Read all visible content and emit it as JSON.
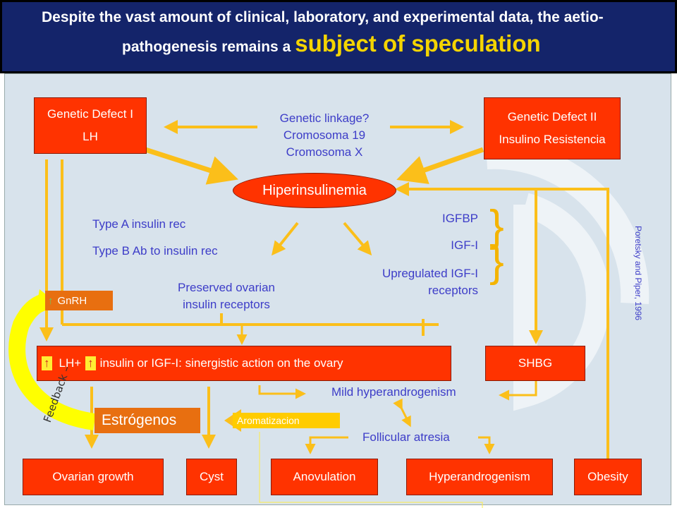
{
  "title": {
    "line1": "Despite the vast amount of clinical, laboratory, and experimental data, the aetio-",
    "line2": "pathogenesis remains a",
    "highlight": "subject of speculation"
  },
  "colors": {
    "header_bg": "#14246a",
    "highlight": "#f4d400",
    "box_red": "#ff3300",
    "text_blue": "#3d3dc8",
    "arrow_yellow": "#fbbf1a",
    "label_orange": "#e86f10",
    "feedback_yellow": "#ffff00",
    "canvas_bg": "#d8e3ec"
  },
  "diagram": {
    "genetic_defect_1": {
      "line1": "Genetic Defect I",
      "line2": "LH"
    },
    "genetic_defect_2": {
      "line1": "Genetic Defect II",
      "line2": "Insulino Resistencia"
    },
    "genetic_linkage": {
      "line1": "Genetic linkage?",
      "line2": "Cromosoma 19",
      "line3": "Cromosoma X"
    },
    "hiperinsulinemia": "Hiperinsulinemia",
    "insulin_rec": {
      "type_a": "Type A  insulin rec",
      "type_b": "Type B Ab to insulin rec"
    },
    "preserved": {
      "line1": "Preserved ovarian",
      "line2": "insulin receptors"
    },
    "igf": {
      "igfbp": "IGFBP",
      "igf1": "IGF-I",
      "upregulated_line1": "Upregulated IGF-I",
      "upregulated_line2": "receptors"
    },
    "gnrh": "GnRH",
    "synergy": {
      "lh": "LH+",
      "rest": "insulin or IGF-I: sinergistic action on the ovary"
    },
    "shbg": "SHBG",
    "mild_hyperandrogenism": "Mild hyperandrogenism",
    "estrogenos": "Estrógenos",
    "aromatizacion": "Aromatizacion",
    "feedback": "Feedback –",
    "follicular_atresia": "Follicular atresia",
    "outcomes": [
      "Ovarian growth",
      "Cyst",
      "Anovulation",
      "Hyperandrogenism",
      "Obesity"
    ],
    "credit": "Poretsky and Piper, 1996"
  }
}
